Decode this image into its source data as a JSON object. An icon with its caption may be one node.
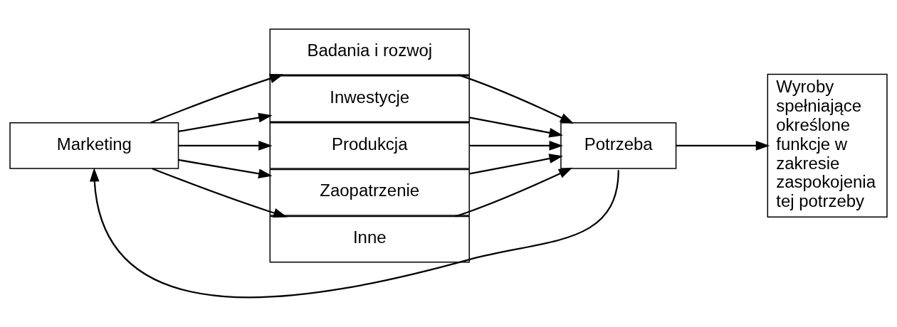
{
  "diagram": {
    "nodes": [
      {
        "text": [
          "Marketing"
        ]
      },
      {
        "text": [
          "Badania i rozwoj"
        ]
      },
      {
        "text": [
          "Inwestycje"
        ]
      },
      {
        "text": [
          "Produkcja"
        ]
      },
      {
        "text": [
          "Zaopatrzenie"
        ]
      },
      {
        "text": [
          "Inne"
        ]
      },
      {
        "text": [
          "Potrzeba"
        ]
      },
      {
        "text": [
          "Wyroby spełniające określone funkcje w zakresie zaspokojenia tej potrzeby"
        ]
      }
    ],
    "edges": [
      {
        "from": 0,
        "to": 1,
        "arrow": "to"
      },
      {
        "from": 0,
        "to": 2,
        "arrow": "to"
      },
      {
        "from": 0,
        "to": 3,
        "arrow": "to"
      },
      {
        "from": 0,
        "to": 4,
        "arrow": "to"
      },
      {
        "from": 0,
        "to": 5,
        "arrow": "to"
      },
      {
        "from": 1,
        "to": 6,
        "arrow": "to"
      },
      {
        "from": 2,
        "to": 6,
        "arrow": "to"
      },
      {
        "from": 3,
        "to": 6,
        "arrow": "to"
      },
      {
        "from": 4,
        "to": 6,
        "arrow": "to"
      },
      {
        "from": 5,
        "to": 6,
        "arrow": "to"
      },
      {
        "from": 6,
        "to": 7,
        "arrow": "to"
      },
      {
        "from": 6,
        "to": 0,
        "arrow": "to"
      }
    ]
  }
}
